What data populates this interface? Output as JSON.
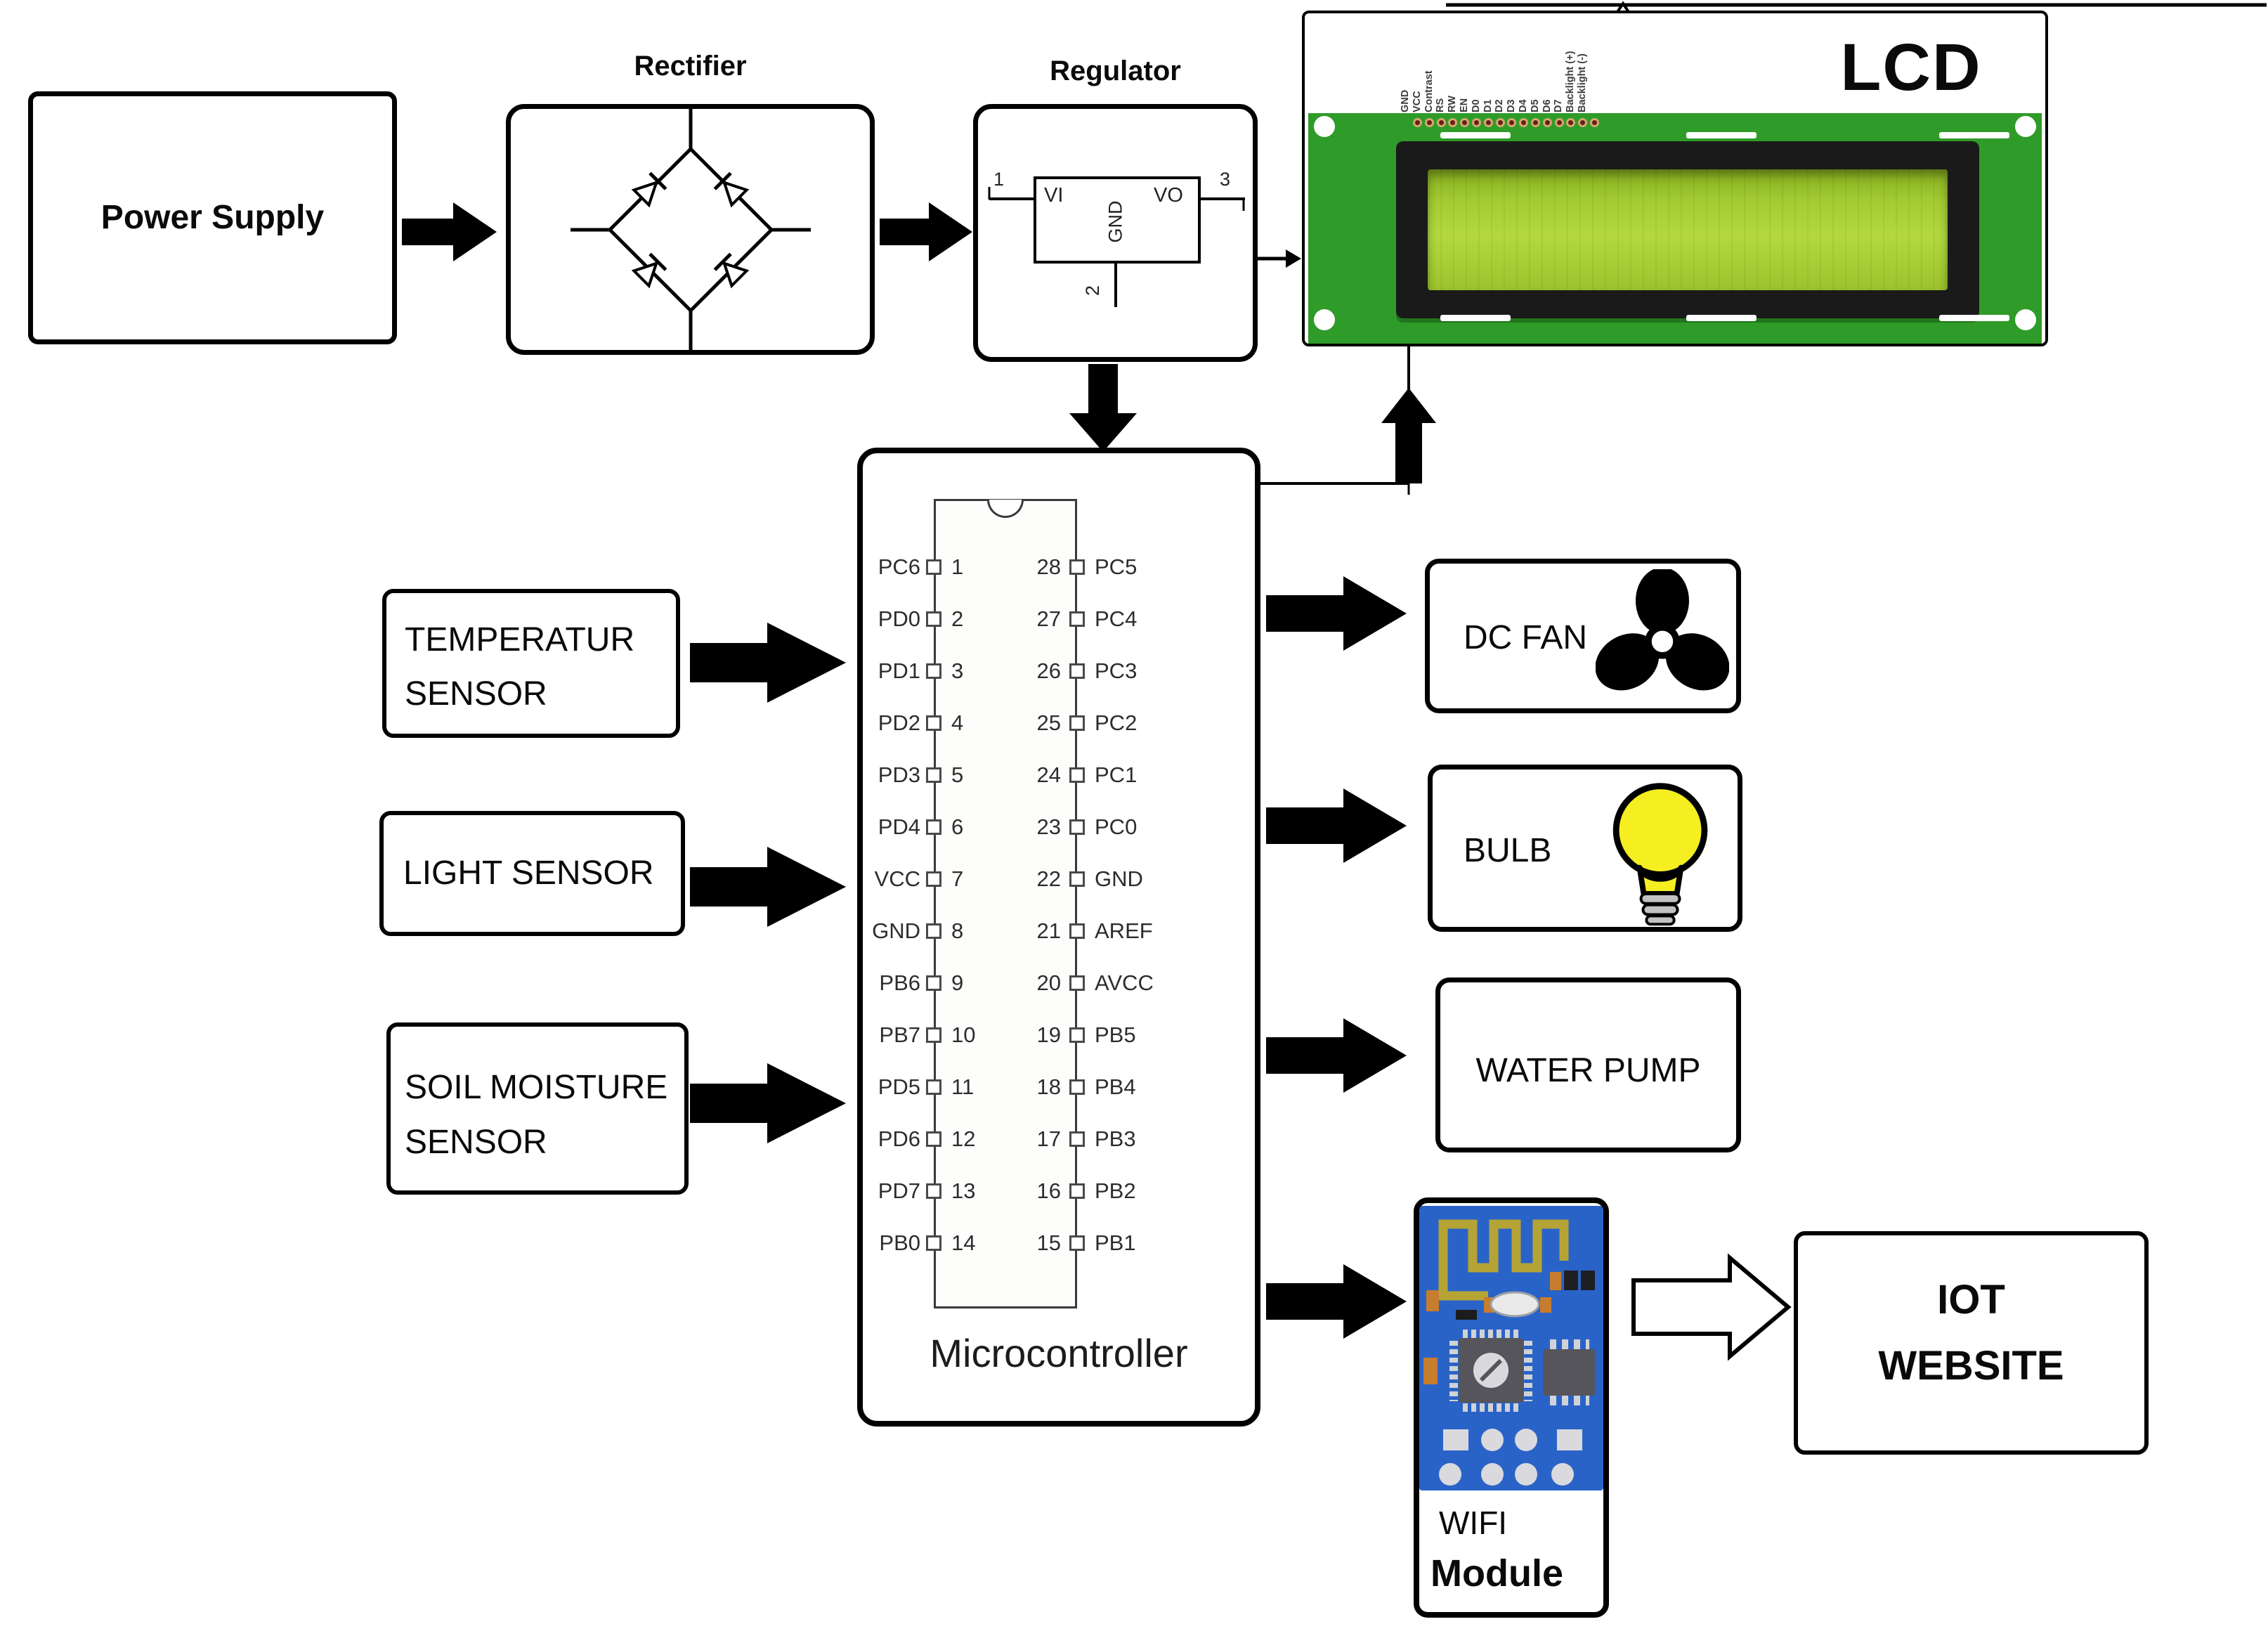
{
  "blocks": {
    "power_supply": {
      "label": "Power Supply"
    },
    "rectifier": {
      "title": "Rectifier"
    },
    "regulator": {
      "title": "Regulator",
      "pin_vi": "VI",
      "pin_vo": "VO",
      "pin_gnd": "GND",
      "pin1": "1",
      "pin2": "2",
      "pin3": "3"
    },
    "lcd": {
      "title": "LCD",
      "pins": [
        "GND",
        "VCC",
        "Contrast",
        "RS",
        "RW",
        "EN",
        "D0",
        "D1",
        "D2",
        "D3",
        "D4",
        "D5",
        "D6",
        "D7",
        "Backlight (+)",
        "Backlight (-)"
      ]
    },
    "microcontroller": {
      "label": "Microcontroller",
      "pins": [
        {
          "left": "PC6",
          "lnum": "1",
          "rnum": "28",
          "right": "PC5"
        },
        {
          "left": "PD0",
          "lnum": "2",
          "rnum": "27",
          "right": "PC4"
        },
        {
          "left": "PD1",
          "lnum": "3",
          "rnum": "26",
          "right": "PC3"
        },
        {
          "left": "PD2",
          "lnum": "4",
          "rnum": "25",
          "right": "PC2"
        },
        {
          "left": "PD3",
          "lnum": "5",
          "rnum": "24",
          "right": "PC1"
        },
        {
          "left": "PD4",
          "lnum": "6",
          "rnum": "23",
          "right": "PC0"
        },
        {
          "left": "VCC",
          "lnum": "7",
          "rnum": "22",
          "right": "GND"
        },
        {
          "left": "GND",
          "lnum": "8",
          "rnum": "21",
          "right": "AREF"
        },
        {
          "left": "PB6",
          "lnum": "9",
          "rnum": "20",
          "right": "AVCC"
        },
        {
          "left": "PB7",
          "lnum": "10",
          "rnum": "19",
          "right": "PB5"
        },
        {
          "left": "PD5",
          "lnum": "11",
          "rnum": "18",
          "right": "PB4"
        },
        {
          "left": "PD6",
          "lnum": "12",
          "rnum": "17",
          "right": "PB3"
        },
        {
          "left": "PD7",
          "lnum": "13",
          "rnum": "16",
          "right": "PB2"
        },
        {
          "left": "PB0",
          "lnum": "14",
          "rnum": "15",
          "right": "PB1"
        }
      ]
    },
    "temperature_sensor": {
      "line1": "TEMPERATUR",
      "line2": "SENSOR"
    },
    "light_sensor": {
      "label": "LIGHT SENSOR"
    },
    "soil_moisture_sensor": {
      "line1": "SOIL MOISTURE",
      "line2": "SENSOR"
    },
    "dc_fan": {
      "label": "DC FAN",
      "icon": "fan-icon"
    },
    "bulb": {
      "label": "BULB",
      "icon": "bulb-icon"
    },
    "water_pump": {
      "label": "WATER PUMP"
    },
    "wifi_module": {
      "line1": "WIFI",
      "line2": "Module",
      "icon": "esp8266-board-image"
    },
    "iot_website": {
      "line1": "IOT",
      "line2": "WEBSITE"
    }
  },
  "colors": {
    "arrow_black": "#000000",
    "lcd_pcb_green": "#2f9b28",
    "lcd_screen_green": "#a6cd35",
    "lcd_bezel": "#1a1a1a",
    "bulb_yellow": "#f5ee21",
    "wifi_pcb_blue": "#2a63c8",
    "antenna_gold": "#b5a435"
  }
}
